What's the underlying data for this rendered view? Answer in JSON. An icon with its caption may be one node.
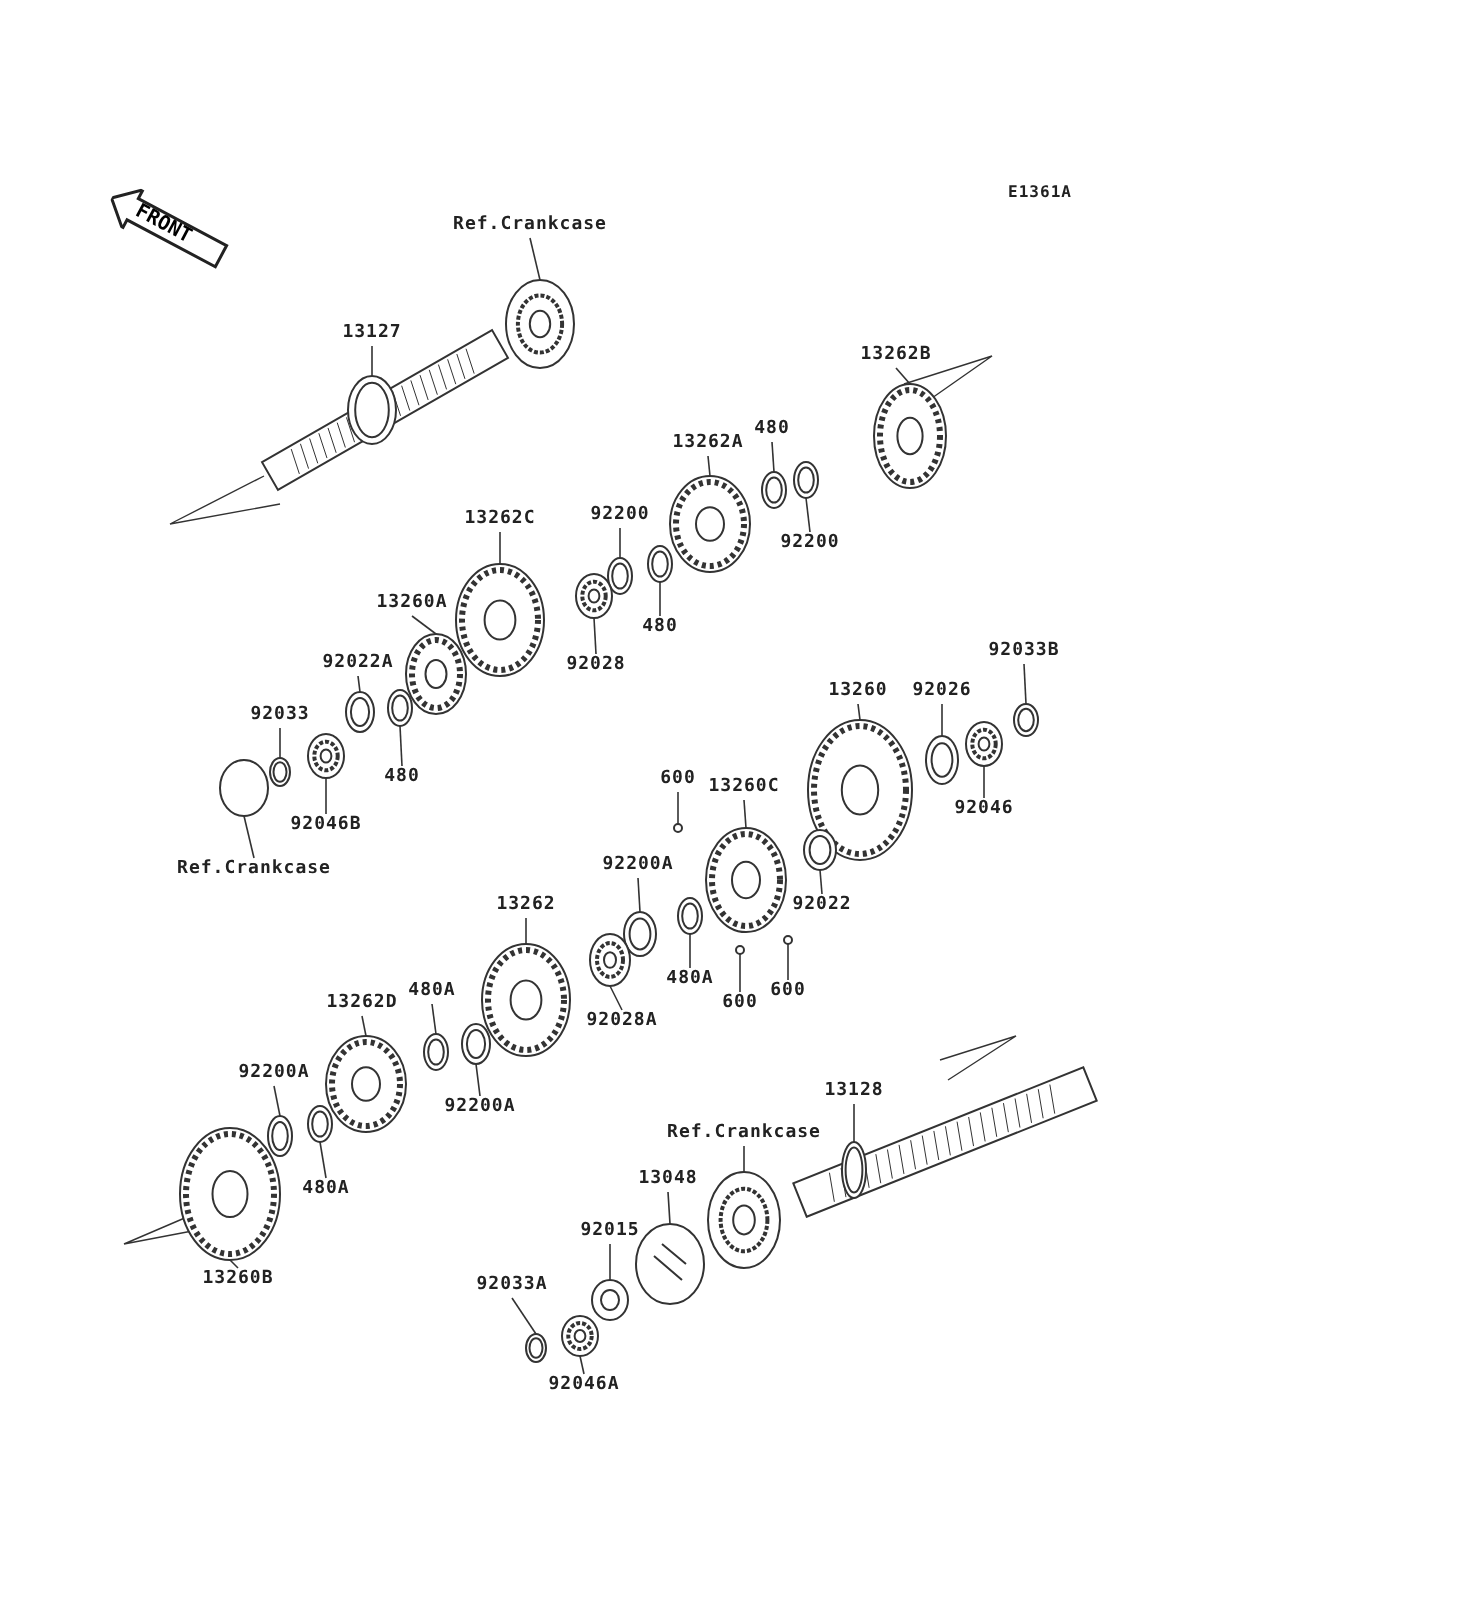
{
  "diagram": {
    "nodes": [
      {
        "text": [
          "FRONT"
        ]
      },
      {
        "text": [
          "Ref.Crankcase"
        ]
      },
      {
        "text": [
          "13127"
        ]
      },
      {
        "text": [
          "13262B"
        ]
      },
      {
        "text": [
          "13262A"
        ]
      },
      {
        "text": [
          "480"
        ]
      },
      {
        "text": [
          "92200"
        ]
      },
      {
        "text": [
          "92200"
        ]
      },
      {
        "text": [
          "480"
        ]
      },
      {
        "text": [
          "13262C"
        ]
      },
      {
        "text": [
          "92028"
        ]
      },
      {
        "text": [
          "13260A"
        ]
      },
      {
        "text": [
          "92022A"
        ]
      },
      {
        "text": [
          "92033"
        ]
      },
      {
        "text": [
          "480"
        ]
      },
      {
        "text": [
          "92046B"
        ]
      },
      {
        "text": [
          "Ref.Crankcase"
        ]
      },
      {
        "text": [
          "13260"
        ]
      },
      {
        "text": [
          "92026"
        ]
      },
      {
        "text": [
          "92033B"
        ]
      },
      {
        "text": [
          "92046"
        ]
      },
      {
        "text": [
          "600"
        ]
      },
      {
        "text": [
          "13260C"
        ]
      },
      {
        "text": [
          "92022"
        ]
      },
      {
        "text": [
          "92200A"
        ]
      },
      {
        "text": [
          "480A"
        ]
      },
      {
        "text": [
          "92028A"
        ]
      },
      {
        "text": [
          "600"
        ]
      },
      {
        "text": [
          "600"
        ]
      },
      {
        "text": [
          "13262"
        ]
      },
      {
        "text": [
          "13262D"
        ]
      },
      {
        "text": [
          "480A"
        ]
      },
      {
        "text": [
          "92200A"
        ]
      },
      {
        "text": [
          "92200A"
        ]
      },
      {
        "text": [
          "480A"
        ]
      },
      {
        "text": [
          "13260B"
        ]
      },
      {
        "text": [
          "13128"
        ]
      },
      {
        "text": [
          "Ref.Crankcase"
        ]
      },
      {
        "text": [
          "13048"
        ]
      },
      {
        "text": [
          "92015"
        ]
      },
      {
        "text": [
          "92033A"
        ]
      },
      {
        "text": [
          "92046A"
        ]
      },
      {
        "text": [],
        "shape": "bearing"
      },
      {
        "text": [],
        "shape": "shaft"
      },
      {
        "text": [],
        "shape": "gear"
      },
      {
        "text": [],
        "shape": "gear"
      },
      {
        "text": [],
        "shape": "ring"
      },
      {
        "text": [],
        "shape": "ring"
      },
      {
        "text": [],
        "shape": "ring"
      },
      {
        "text": [],
        "shape": "ring"
      },
      {
        "text": [],
        "shape": "gear"
      },
      {
        "text": [],
        "shape": "bearing"
      },
      {
        "text": [],
        "shape": "gear"
      },
      {
        "text": [],
        "shape": "ring"
      },
      {
        "text": [],
        "shape": "ring"
      },
      {
        "text": [],
        "shape": "ring"
      },
      {
        "text": [],
        "shape": "bearing"
      },
      {
        "text": [],
        "shape": "cylinder"
      },
      {
        "text": [],
        "shape": "gear"
      },
      {
        "text": [],
        "shape": "ring"
      },
      {
        "text": [],
        "shape": "ring"
      },
      {
        "text": [],
        "shape": "bearing"
      },
      {
        "text": [],
        "shape": "circle"
      },
      {
        "text": [],
        "shape": "gear"
      },
      {
        "text": [],
        "shape": "ring"
      },
      {
        "text": [],
        "shape": "ring"
      },
      {
        "text": [],
        "shape": "ring"
      },
      {
        "text": [],
        "shape": "bearing"
      },
      {
        "text": [],
        "shape": "circle"
      },
      {
        "text": [],
        "shape": "circle"
      },
      {
        "text": [],
        "shape": "gear"
      },
      {
        "text": [],
        "shape": "gear"
      },
      {
        "text": [],
        "shape": "ring"
      },
      {
        "text": [],
        "shape": "ring"
      },
      {
        "text": [],
        "shape": "ring"
      },
      {
        "text": [],
        "shape": "ring"
      },
      {
        "text": [],
        "shape": "gear"
      },
      {
        "text": [],
        "shape": "shaft"
      },
      {
        "text": [],
        "shape": "bearing"
      },
      {
        "text": [],
        "shape": "disc"
      },
      {
        "text": [],
        "shape": "nut"
      },
      {
        "text": [],
        "shape": "ring"
      },
      {
        "text": [],
        "shape": "bearing"
      }
    ],
    "edges": [
      {
        "from": 1,
        "to": 42,
        "arrow": "none"
      },
      {
        "from": 2,
        "to": 43,
        "arrow": "none"
      },
      {
        "from": 3,
        "to": 44,
        "arrow": "none"
      },
      {
        "from": 4,
        "to": 45,
        "arrow": "none"
      },
      {
        "from": 5,
        "to": 46,
        "arrow": "none"
      },
      {
        "from": 6,
        "to": 47,
        "arrow": "none"
      },
      {
        "from": 7,
        "to": 48,
        "arrow": "none"
      },
      {
        "from": 8,
        "to": 49,
        "arrow": "none"
      },
      {
        "from": 9,
        "to": 50,
        "arrow": "none"
      },
      {
        "from": 10,
        "to": 51,
        "arrow": "none"
      },
      {
        "from": 11,
        "to": 52,
        "arrow": "none"
      },
      {
        "from": 12,
        "to": 53,
        "arrow": "none"
      },
      {
        "from": 13,
        "to": 54,
        "arrow": "none"
      },
      {
        "from": 14,
        "to": 55,
        "arrow": "none"
      },
      {
        "from": 15,
        "to": 56,
        "arrow": "none"
      },
      {
        "from": 16,
        "to": 57,
        "arrow": "none"
      },
      {
        "from": 17,
        "to": 58,
        "arrow": "none"
      },
      {
        "from": 18,
        "to": 59,
        "arrow": "none"
      },
      {
        "from": 19,
        "to": 60,
        "arrow": "none"
      },
      {
        "from": 20,
        "to": 61,
        "arrow": "none"
      },
      {
        "from": 21,
        "to": 62,
        "arrow": "none"
      },
      {
        "from": 22,
        "to": 63,
        "arrow": "none"
      },
      {
        "from": 23,
        "to": 64,
        "arrow": "none"
      },
      {
        "from": 24,
        "to": 65,
        "arrow": "none"
      },
      {
        "from": 25,
        "to": 66,
        "arrow": "none"
      },
      {
        "from": 26,
        "to": 67,
        "arrow": "none"
      },
      {
        "from": 27,
        "to": 68,
        "arrow": "none"
      },
      {
        "from": 28,
        "to": 69,
        "arrow": "none"
      },
      {
        "from": 29,
        "to": 70,
        "arrow": "none"
      },
      {
        "from": 30,
        "to": 71,
        "arrow": "none"
      },
      {
        "from": 31,
        "to": 72,
        "arrow": "none"
      },
      {
        "from": 32,
        "to": 73,
        "arrow": "none"
      },
      {
        "from": 33,
        "to": 74,
        "arrow": "none"
      },
      {
        "from": 34,
        "to": 75,
        "arrow": "none"
      },
      {
        "from": 35,
        "to": 76,
        "arrow": "none"
      },
      {
        "from": 36,
        "to": 77,
        "arrow": "none"
      },
      {
        "from": 37,
        "to": 78,
        "arrow": "none"
      },
      {
        "from": 38,
        "to": 79,
        "arrow": "none"
      },
      {
        "from": 39,
        "to": 80,
        "arrow": "none"
      },
      {
        "from": 40,
        "to": 81,
        "arrow": "none"
      },
      {
        "from": 41,
        "to": 82,
        "arrow": "none"
      }
    ],
    "labels": [
      "E1361A"
    ]
  }
}
